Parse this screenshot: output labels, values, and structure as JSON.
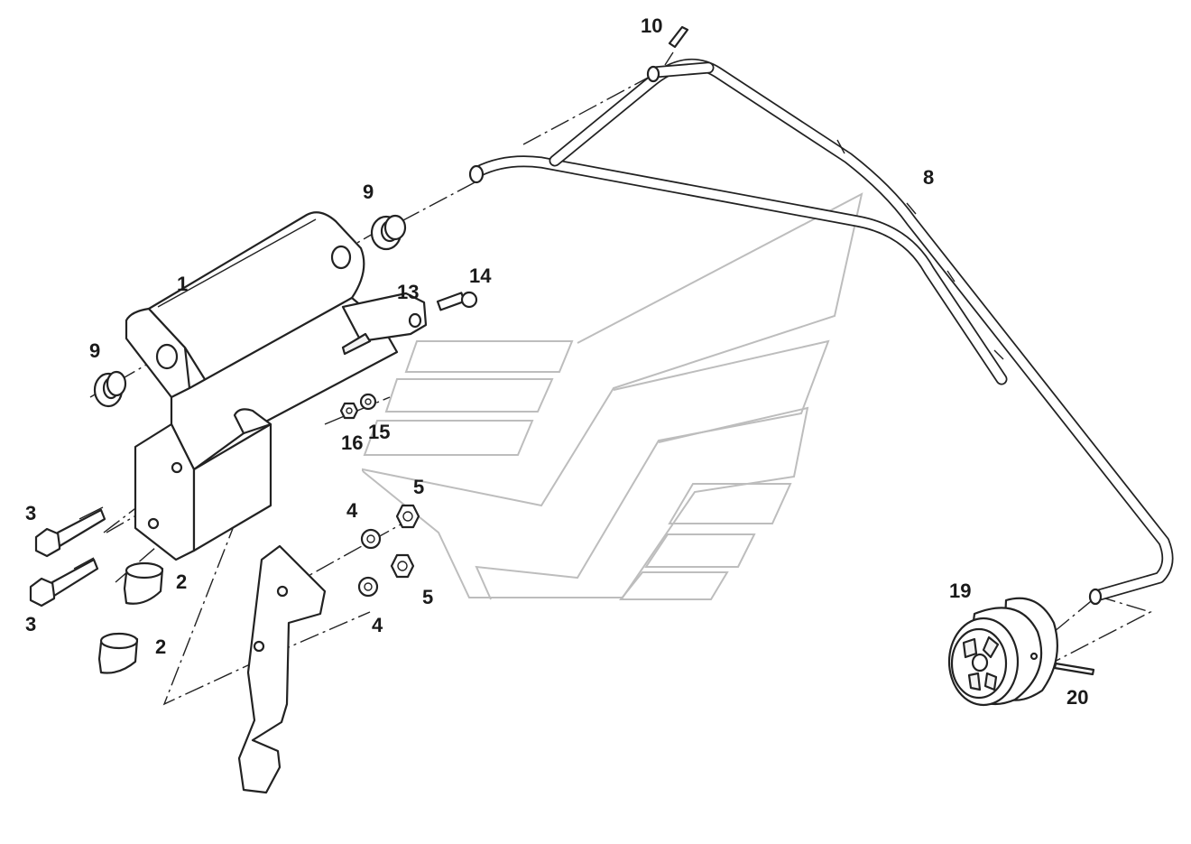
{
  "callouts": {
    "c1": "1",
    "c2a": "2",
    "c2b": "2",
    "c3a": "3",
    "c3b": "3",
    "c4a": "4",
    "c4b": "4",
    "c5a": "5",
    "c5b": "5",
    "c8": "8",
    "c9a": "9",
    "c9b": "9",
    "c10": "10",
    "c13": "13",
    "c14": "14",
    "c15": "15",
    "c16": "16",
    "c19": "19",
    "c20": "20"
  }
}
